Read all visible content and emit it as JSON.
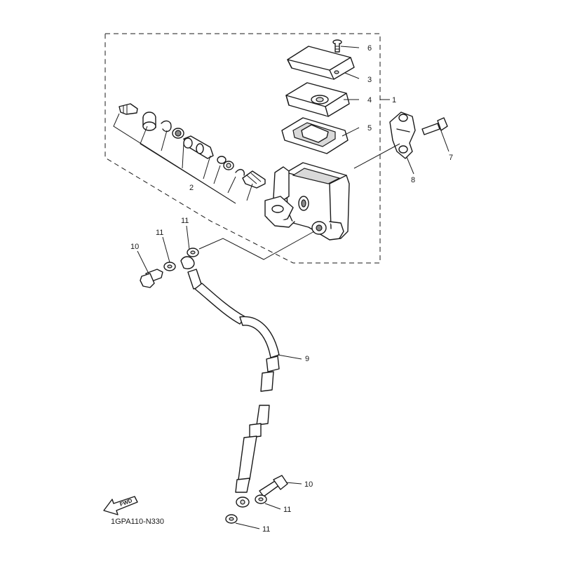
{
  "diagram": {
    "code": "1GPA110-N330",
    "fwd_label": "FWD",
    "callouts": {
      "p1": "1",
      "p2": "2",
      "p3": "3",
      "p4": "4",
      "p5": "5",
      "p6": "6",
      "p7": "7",
      "p8": "8",
      "p9": "9",
      "p10_upper": "10",
      "p10_lower": "10",
      "p11_upper_a": "11",
      "p11_upper_b": "11",
      "p11_lower_a": "11",
      "p11_lower_b": "11"
    }
  }
}
